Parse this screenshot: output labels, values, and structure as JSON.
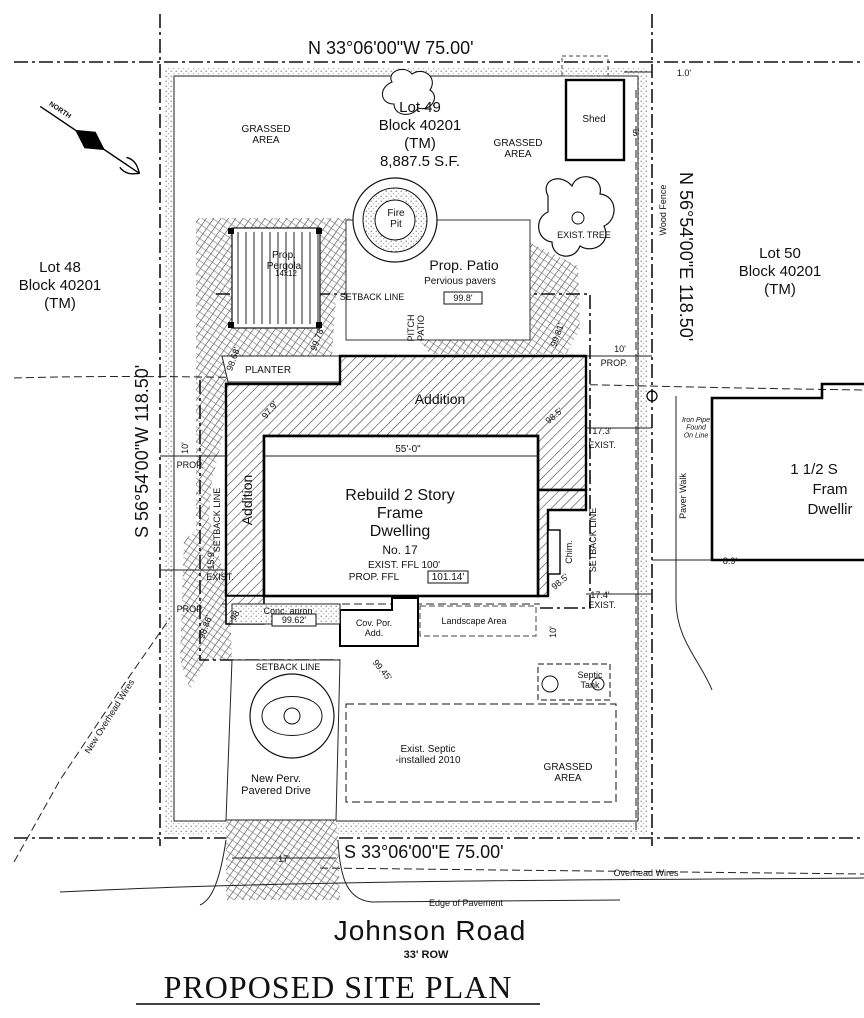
{
  "boundaries": {
    "north": "N 33°06'00\"W 75.00'",
    "south": "S 33°06'00\"E 75.00'",
    "east": "N 56°54'00\"E 118.50'",
    "west": "S 56°54'00\"W 118.50'"
  },
  "lot": {
    "name": "Lot 49",
    "block": "Block 40201",
    "tm": "(TM)",
    "area": "8,887.5 S.F."
  },
  "neighbors": {
    "west": {
      "name": "Lot 48",
      "block": "Block 40201",
      "tm": "(TM)"
    },
    "east": {
      "name": "Lot 50",
      "block": "Block 40201",
      "tm": "(TM)"
    },
    "east_dwelling": [
      "1 1/2 S",
      "Fram",
      "Dwellir"
    ]
  },
  "dwelling": {
    "lines": [
      "Rebuild 2 Story",
      "Frame",
      "Dwelling",
      "No. 17"
    ],
    "exist_ffl": "EXIST. FFL 100'",
    "prop_ffl_label": "PROP. FFL",
    "prop_ffl_value": "101.14'",
    "width_dim": "55'-0\""
  },
  "labels": {
    "grassed_area": "GRASSED\nAREA",
    "addition": "Addition",
    "planter": "PLANTER",
    "fire_pit": "Fire\nPit",
    "patio_title": "Prop. Patio",
    "patio_sub": "Pervious pavers",
    "pergola": "Prop.\nPergola",
    "pergola_size": "14x12",
    "setback": "SETBACK LINE",
    "exist_tree": "EXIST. TREE",
    "shed": "Shed",
    "wood_fence": "Wood Fence",
    "iron_pipe": "Iron Pipe\nFound\nOn Line",
    "paver_walk": "Paver Walk",
    "chim": "Chim.",
    "landscape": "Landscape Area",
    "cov_porch": "Cov. Por.\nAdd.",
    "conc_apron": "Conc. apron",
    "septic_tank": "Septic\nTank",
    "exist_septic": "Exist. Septic\n-installed 2010",
    "new_drive": "New Perv.\nPavered Drive",
    "overhead_wires": "Overhead Wires",
    "new_overhead": "New Overhead Wires",
    "edge_pavement": "Edge of Pavement",
    "pitch_patio": "PITCH\nPATIO",
    "north_arrow": "NORTH"
  },
  "elevations": {
    "patio": "99.8'",
    "patio_corner": "99.81'",
    "planter_nw": "98.68'",
    "pergola_corner": "99.78'",
    "addition_sw": "97.9'",
    "addition_ne": "98.5'",
    "dwelling_e": "98.5'",
    "apron": "99.62'",
    "drive_corner": "98.86'",
    "porch_sw": "98.",
    "walk": "99.45'"
  },
  "dimensions": {
    "shed_offset": "1.0'",
    "shed_side": "5'",
    "prop_east": "10'",
    "prop": "PROP.",
    "exist_east_1": "17.3'",
    "exist_east_2": "17.4'",
    "exist": "EXIST.",
    "prop_west": "10'",
    "exist_west": "15.9'",
    "house_offset": "8.9'",
    "drive_width": "17'",
    "landscape_offset": "10'"
  },
  "road": {
    "name": "Johnson Road",
    "row": "33' ROW"
  },
  "title": "PROPOSED SITE PLAN"
}
